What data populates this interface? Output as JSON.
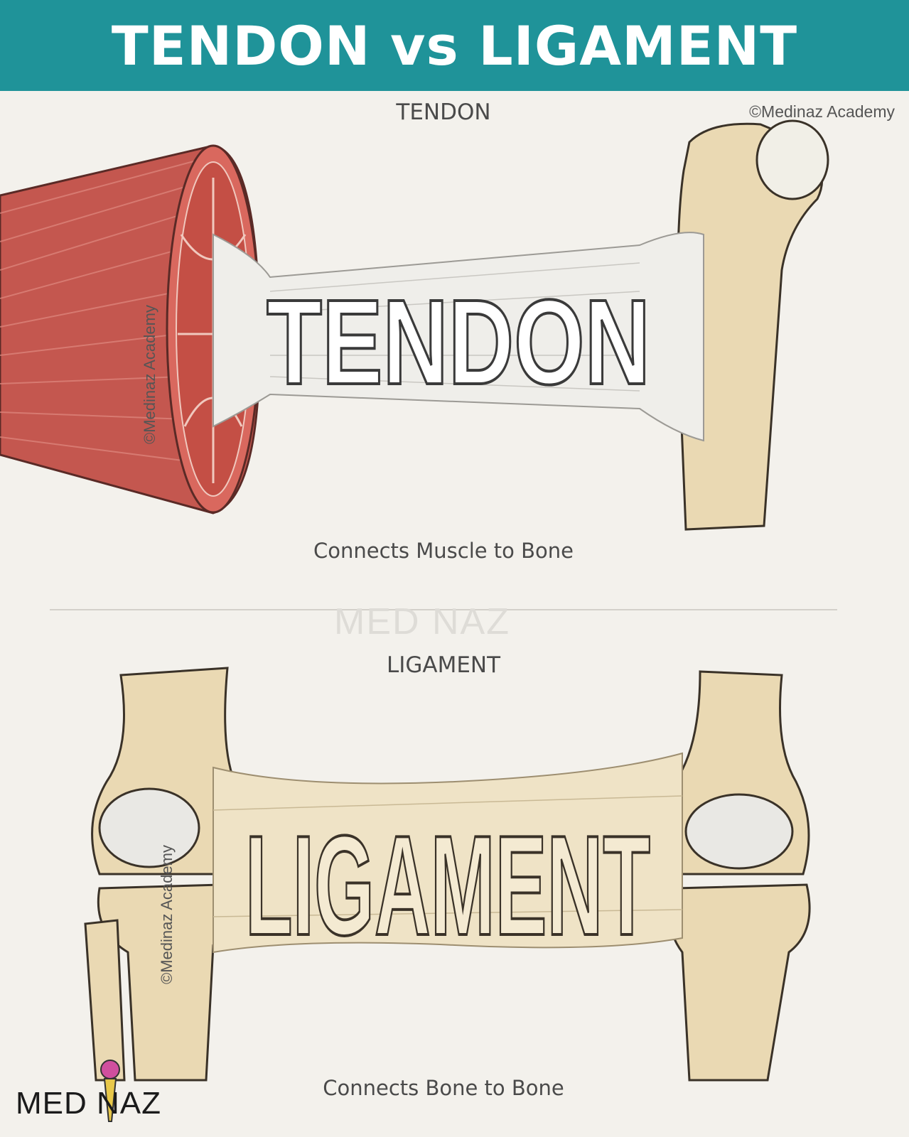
{
  "header": {
    "title": "TENDON vs LIGAMENT"
  },
  "copyright": "©Medinaz Academy",
  "watermark_vertical": "©Medinaz Academy",
  "watermark_center": "MED NAZ",
  "tendon": {
    "label": "TENDON",
    "art_word": "TENDON",
    "caption": "Connects Muscle to Bone"
  },
  "ligament": {
    "label": "LIGAMENT",
    "art_word": "LIGAMENT",
    "caption": "Connects Bone to Bone"
  },
  "logo": {
    "text": "MED NAZ",
    "icon": "pencil-mascot-icon"
  },
  "colors": {
    "banner": "#1f9399",
    "muscle": "#c4574f",
    "bone": "#ead9b3",
    "tendon": "#efeeea",
    "ligament": "#efe3c6"
  }
}
